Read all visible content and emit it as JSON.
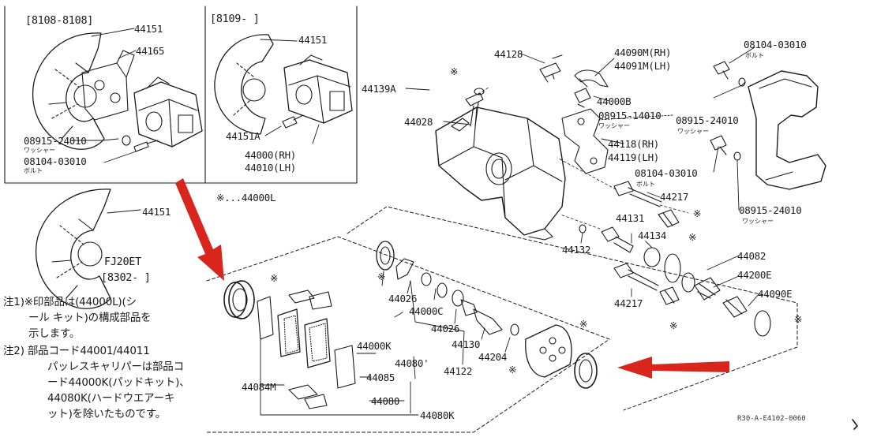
{
  "inset_left": {
    "header": "[8108-8108]",
    "parts": {
      "p44151": "44151",
      "p44165": "44165",
      "washer_code": "08915-24010",
      "washer_word": "ワッシャー",
      "bolt_code": "08104-03010",
      "bolt_word": "ボルト"
    }
  },
  "inset_right": {
    "header": "[8109-        ]",
    "parts": {
      "p44151": "44151",
      "p44151A": "44151A",
      "p44000_rh": "44000(RH)",
      "p44010_lh": "44010(LH)"
    },
    "note": "※...44000L"
  },
  "lower_inset": {
    "part": "44151",
    "model": "FJ20ET",
    "range": "[8302-    ]"
  },
  "main_parts": {
    "p44128": "44128",
    "p44090m": "44090M(RH)",
    "p44091m": "44091M(LH)",
    "p08104_top": "08104-03010",
    "bolt_word_top": "ボルト",
    "p44139a": "44139A",
    "p44000b": "44000B",
    "p08915_14010": "08915-14010",
    "washer_word_mid": "ワッシャー",
    "p08915_24010_top": "08915-24010",
    "washer_word_top": "ワッシャー",
    "p44028": "44028",
    "p44118": "44118(RH)",
    "p44119": "44119(LH)",
    "p08104_mid": "08104-03010",
    "bolt_word_mid": "ボルト",
    "p44217_top": "44217",
    "p08915_24010_bot": "08915-24010",
    "washer_word_bot": "ワッシャー",
    "p44131": "44131",
    "p44134": "44134",
    "p44132": "44132",
    "p44082": "44082",
    "p44200e": "44200E",
    "p44217_bot": "44217",
    "p44090e": "44090E",
    "p44026_a": "44026",
    "p44000c": "44000C",
    "p44026_b": "44026",
    "p44130": "44130",
    "p44204": "44204",
    "p44122": "44122",
    "p44000k": "44000K",
    "p44080_prime": "44080'",
    "p44085": "44085",
    "p44084m": "44084M",
    "p44080": "44080",
    "p44080k": "44080K"
  },
  "mark": "※",
  "notes": {
    "n1_l1": "注1)※印部品は(44000L)(シ",
    "n1_l2": "ール キット)の構成部品を",
    "n1_l3": "示します。",
    "n2_l1": "注2) 部品コード44001/44011",
    "n2_l2": "パッレスキャリパーは部品コ",
    "n2_l3": "ード44000K(パッドキット)、",
    "n2_l4": "44080K(ハードウエアーキ",
    "n2_l5": "ット)を除いたものです。"
  },
  "ref_code": "R30-A-E4102-0060",
  "colors": {
    "arrow": "#d8261c",
    "ink": "#1a1a1a",
    "paper": "#ffffff"
  },
  "arrows": [
    "red-arrow-down-right",
    "red-arrow-left"
  ]
}
